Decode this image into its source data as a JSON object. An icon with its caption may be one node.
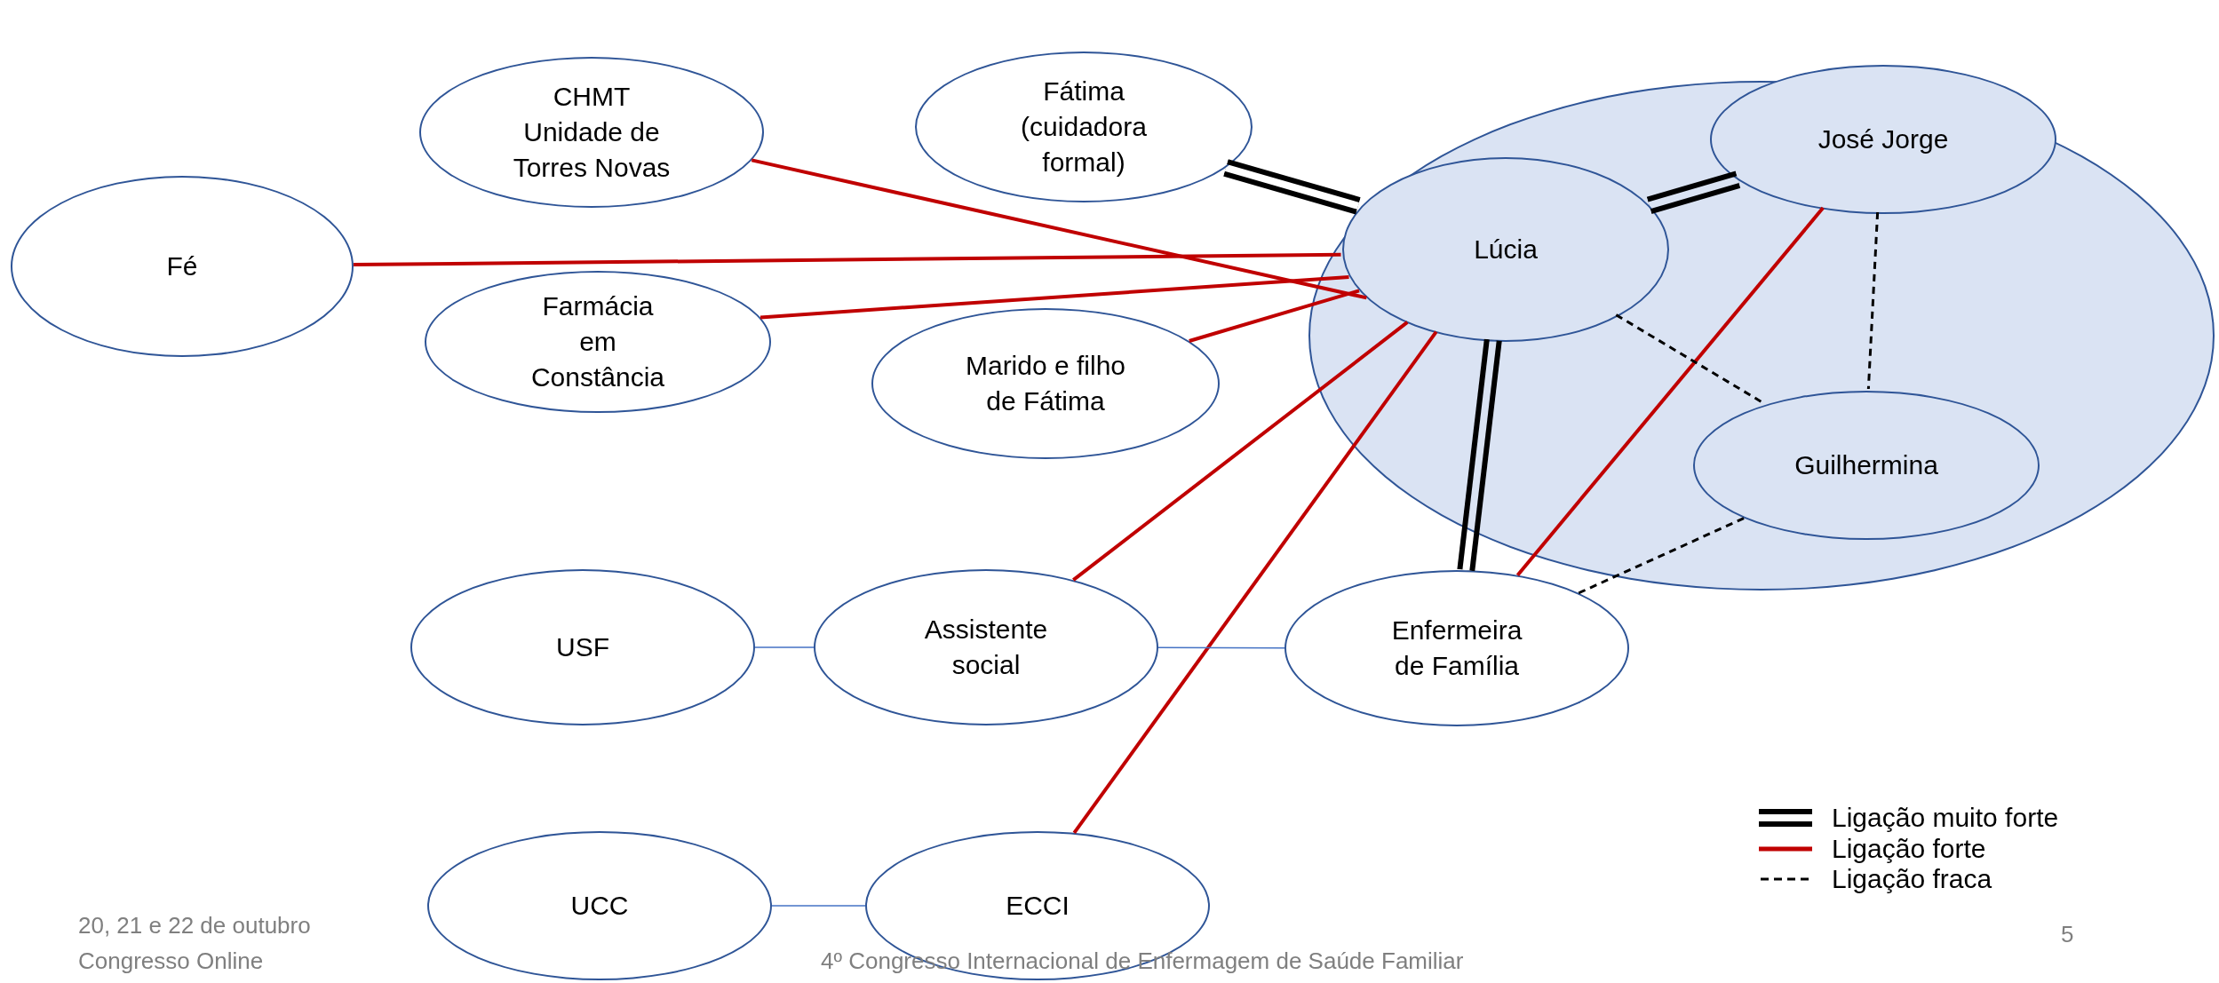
{
  "diagram": {
    "nodes": [
      {
        "text": [
          "CHMT Unidade de Torres Novas"
        ]
      },
      {
        "text": [
          "Fátima (cuidadora formal)"
        ]
      },
      {
        "text": [],
        "shape": "circle"
      },
      {
        "text": [
          "José Jorge"
        ],
        "in": 2
      },
      {
        "text": [
          "Lúcia"
        ],
        "in": 2
      },
      {
        "text": [
          "Fé"
        ]
      },
      {
        "text": [
          "Farmácia em Constância"
        ]
      },
      {
        "text": [
          "Marido e filho de Fátima"
        ]
      },
      {
        "text": [
          "Guilhermina"
        ],
        "in": 2
      },
      {
        "text": [
          "USF"
        ]
      },
      {
        "text": [
          "Assistente social"
        ]
      },
      {
        "text": [
          "Enfermeira de Família"
        ]
      },
      {
        "text": [
          "UCC"
        ]
      },
      {
        "text": [
          "ECCI"
        ]
      }
    ],
    "edges": [
      {
        "from": 0,
        "to": 4,
        "arrow": "none"
      },
      {
        "from": 5,
        "to": 4,
        "arrow": "none"
      },
      {
        "from": 6,
        "to": 4,
        "arrow": "none"
      },
      {
        "from": 7,
        "to": 4,
        "arrow": "none"
      },
      {
        "from": 10,
        "to": 4,
        "arrow": "none"
      },
      {
        "from": 13,
        "to": 4,
        "arrow": "none"
      },
      {
        "from": 11,
        "to": 3,
        "arrow": "none"
      },
      {
        "from": 1,
        "to": 4,
        "arrow": "none",
        "style": "thick",
        "color": "#000000"
      },
      {
        "from": 4,
        "to": 3,
        "arrow": "none",
        "style": "thick",
        "color": "#000000"
      },
      {
        "from": 4,
        "to": 11,
        "arrow": "none",
        "style": "thick",
        "color": "#000000"
      },
      {
        "from": 4,
        "to": 8,
        "arrow": "none",
        "style": "dashed",
        "color": "#000000"
      },
      {
        "from": 3,
        "to": 8,
        "arrow": "none",
        "style": "dashed",
        "color": "#000000"
      },
      {
        "from": 11,
        "to": 8,
        "arrow": "none",
        "style": "dashed",
        "color": "#000000"
      },
      {
        "from": 9,
        "to": 10,
        "arrow": "none",
        "color": "#4472c4"
      },
      {
        "from": 10,
        "to": 11,
        "arrow": "none",
        "color": "#4472c4"
      },
      {
        "from": 12,
        "to": 13,
        "arrow": "none",
        "color": "#4472c4"
      }
    ],
    "labels": [
      "20, 21 e 22 de outubro",
      "Congresso Online",
      "4º Congresso Internacional de Enfermagem de Saúde Familiar",
      "5"
    ],
    "legend": [
      {
        "text": "Ligação muito forte"
      },
      {
        "text": "Ligação forte"
      },
      {
        "text": "Ligação fraca"
      }
    ]
  }
}
